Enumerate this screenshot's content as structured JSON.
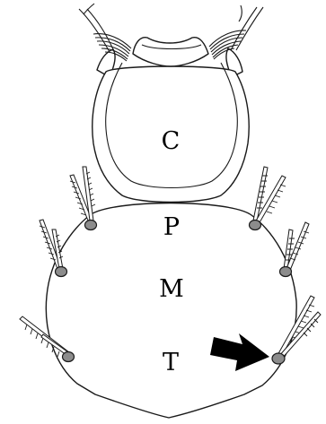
{
  "figure": {
    "labels": {
      "capsule": "C",
      "pro": "P",
      "meso": "M",
      "tail": "T"
    },
    "colors": {
      "outline": "#1a1a1a",
      "socket_fill": "#8c8c8c",
      "arrow": "#000000",
      "background": "#ffffff"
    },
    "icons": {
      "pointer": "arrow-right-icon",
      "seta": "feathered-seta-icon"
    }
  }
}
